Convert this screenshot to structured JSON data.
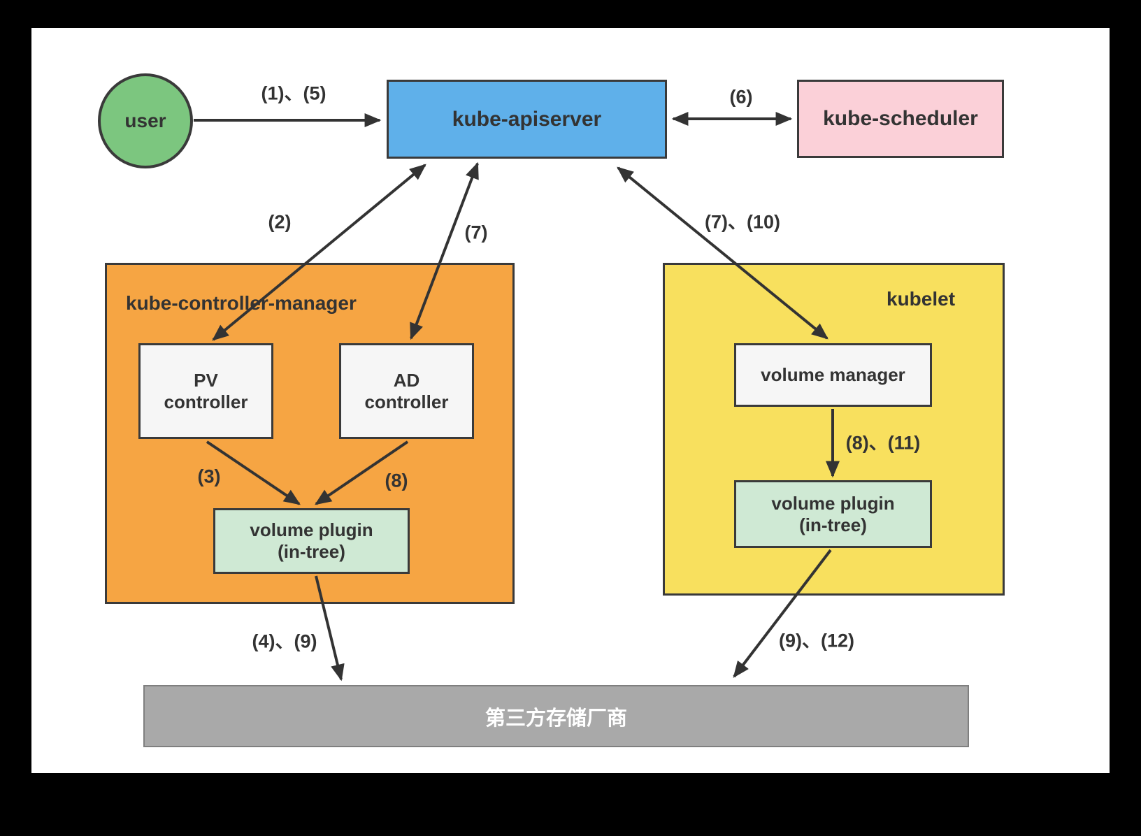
{
  "diagram": {
    "nodes": {
      "user": "user",
      "apiserver": "kube-apiserver",
      "scheduler": "kube-scheduler",
      "controller_manager": "kube-controller-manager",
      "pv_controller": "PV\ncontroller",
      "ad_controller": "AD\ncontroller",
      "cm_volume_plugin": "volume plugin\n(in-tree)",
      "kubelet": "kubelet",
      "volume_manager": "volume manager",
      "kubelet_volume_plugin": "volume plugin\n(in-tree)",
      "storage": "第三方存储厂商"
    },
    "edge_labels": {
      "user_api": "(1)、(5)",
      "api_scheduler": "(6)",
      "api_pv": "(2)",
      "api_ad": "(7)",
      "api_vm": "(7)、(10)",
      "pv_plugin": "(3)",
      "ad_plugin": "(8)",
      "vm_plugin": "(8)、(11)",
      "cm_plugin_storage": "(4)、(9)",
      "kubelet_plugin_storage": "(9)、(12)"
    },
    "colors": {
      "user": "#7cc67f",
      "apiserver": "#5fb0ea",
      "scheduler": "#fbd0d8",
      "controller_manager": "#f6a543",
      "kubelet": "#f8e05e",
      "plugin_green": "#cfe9d4",
      "inner_box": "#f6f6f6",
      "storage": "#a9a9a9",
      "stroke": "#333333"
    }
  }
}
